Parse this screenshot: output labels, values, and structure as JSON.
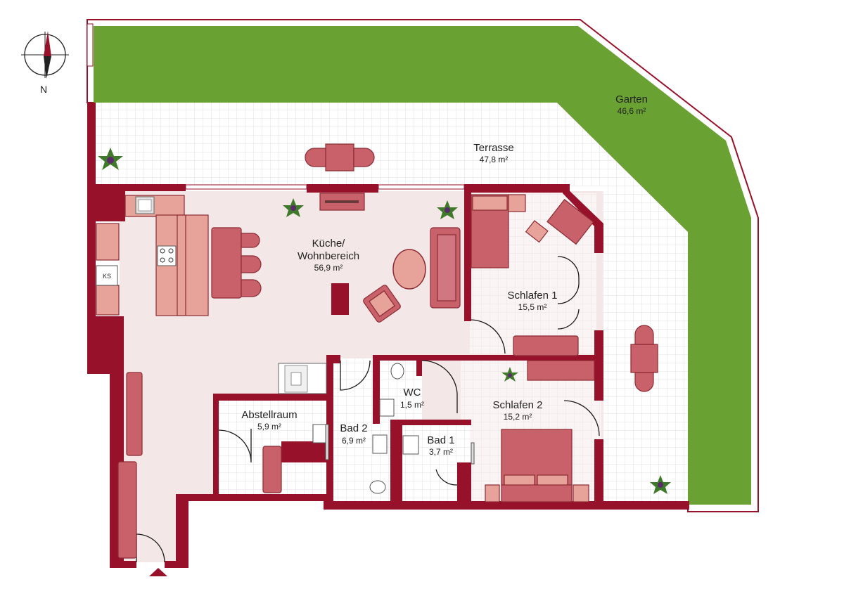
{
  "compass": {
    "label": "N"
  },
  "rooms": {
    "garten": {
      "name": "Garten",
      "area": "46,6 m²"
    },
    "terrasse": {
      "name": "Terrasse",
      "area": "47,8 m²"
    },
    "kueche": {
      "name_line1": "Küche/",
      "name_line2": "Wohnbereich",
      "area": "56,9 m²"
    },
    "schlafen1": {
      "name": "Schlafen 1",
      "area": "15,5 m²"
    },
    "schlafen2": {
      "name": "Schlafen 2",
      "area": "15,2 m²"
    },
    "wc": {
      "name": "WC",
      "area": "1,5 m²"
    },
    "bad1": {
      "name": "Bad 1",
      "area": "3,7 m²"
    },
    "bad2": {
      "name": "Bad 2",
      "area": "6,9 m²"
    },
    "abstell": {
      "name": "Abstellraum",
      "area": "5,9 m²"
    }
  },
  "fixtures": {
    "fridge_label": "KS"
  },
  "colors": {
    "wall": "#98112b",
    "garden": "#6aa133",
    "floor": "#f4e7e7",
    "tile_bg": "#ffffff",
    "tile_line": "#e2e2e2",
    "furniture": "#c8616a",
    "furniture_light": "#e7a39a",
    "furniture_stroke": "#8c2a33"
  }
}
